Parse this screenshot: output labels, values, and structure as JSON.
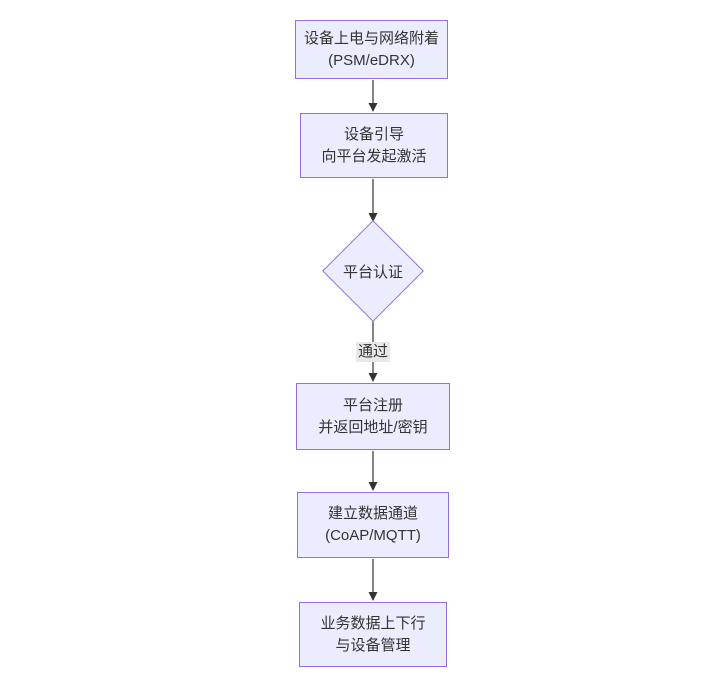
{
  "diagram": {
    "type": "flowchart",
    "direction": "top-down",
    "nodes": [
      {
        "id": "A",
        "shape": "rect",
        "lines": [
          "设备上电与网络附着",
          "(PSM/eDRX)"
        ]
      },
      {
        "id": "B",
        "shape": "rect",
        "lines": [
          "设备引导",
          "向平台发起激活"
        ]
      },
      {
        "id": "C",
        "shape": "diamond",
        "lines": [
          "平台认证"
        ]
      },
      {
        "id": "D",
        "shape": "rect",
        "lines": [
          "平台注册",
          "并返回地址/密钥"
        ]
      },
      {
        "id": "E",
        "shape": "rect",
        "lines": [
          "建立数据通道",
          "(CoAP/MQTT)"
        ]
      },
      {
        "id": "F",
        "shape": "rect",
        "lines": [
          "业务数据上下行",
          "与设备管理"
        ]
      }
    ],
    "edges": [
      {
        "from": "A",
        "to": "B",
        "label": ""
      },
      {
        "from": "B",
        "to": "C",
        "label": ""
      },
      {
        "from": "C",
        "to": "D",
        "label": "通过"
      },
      {
        "from": "D",
        "to": "E",
        "label": ""
      },
      {
        "from": "E",
        "to": "F",
        "label": ""
      }
    ],
    "colors": {
      "node_fill": "#ECECFF",
      "node_border": "#9370DB",
      "text": "#333333",
      "edge": "#333333",
      "edge_label_bg": "#e8e8e8",
      "background": "#ffffff"
    }
  }
}
